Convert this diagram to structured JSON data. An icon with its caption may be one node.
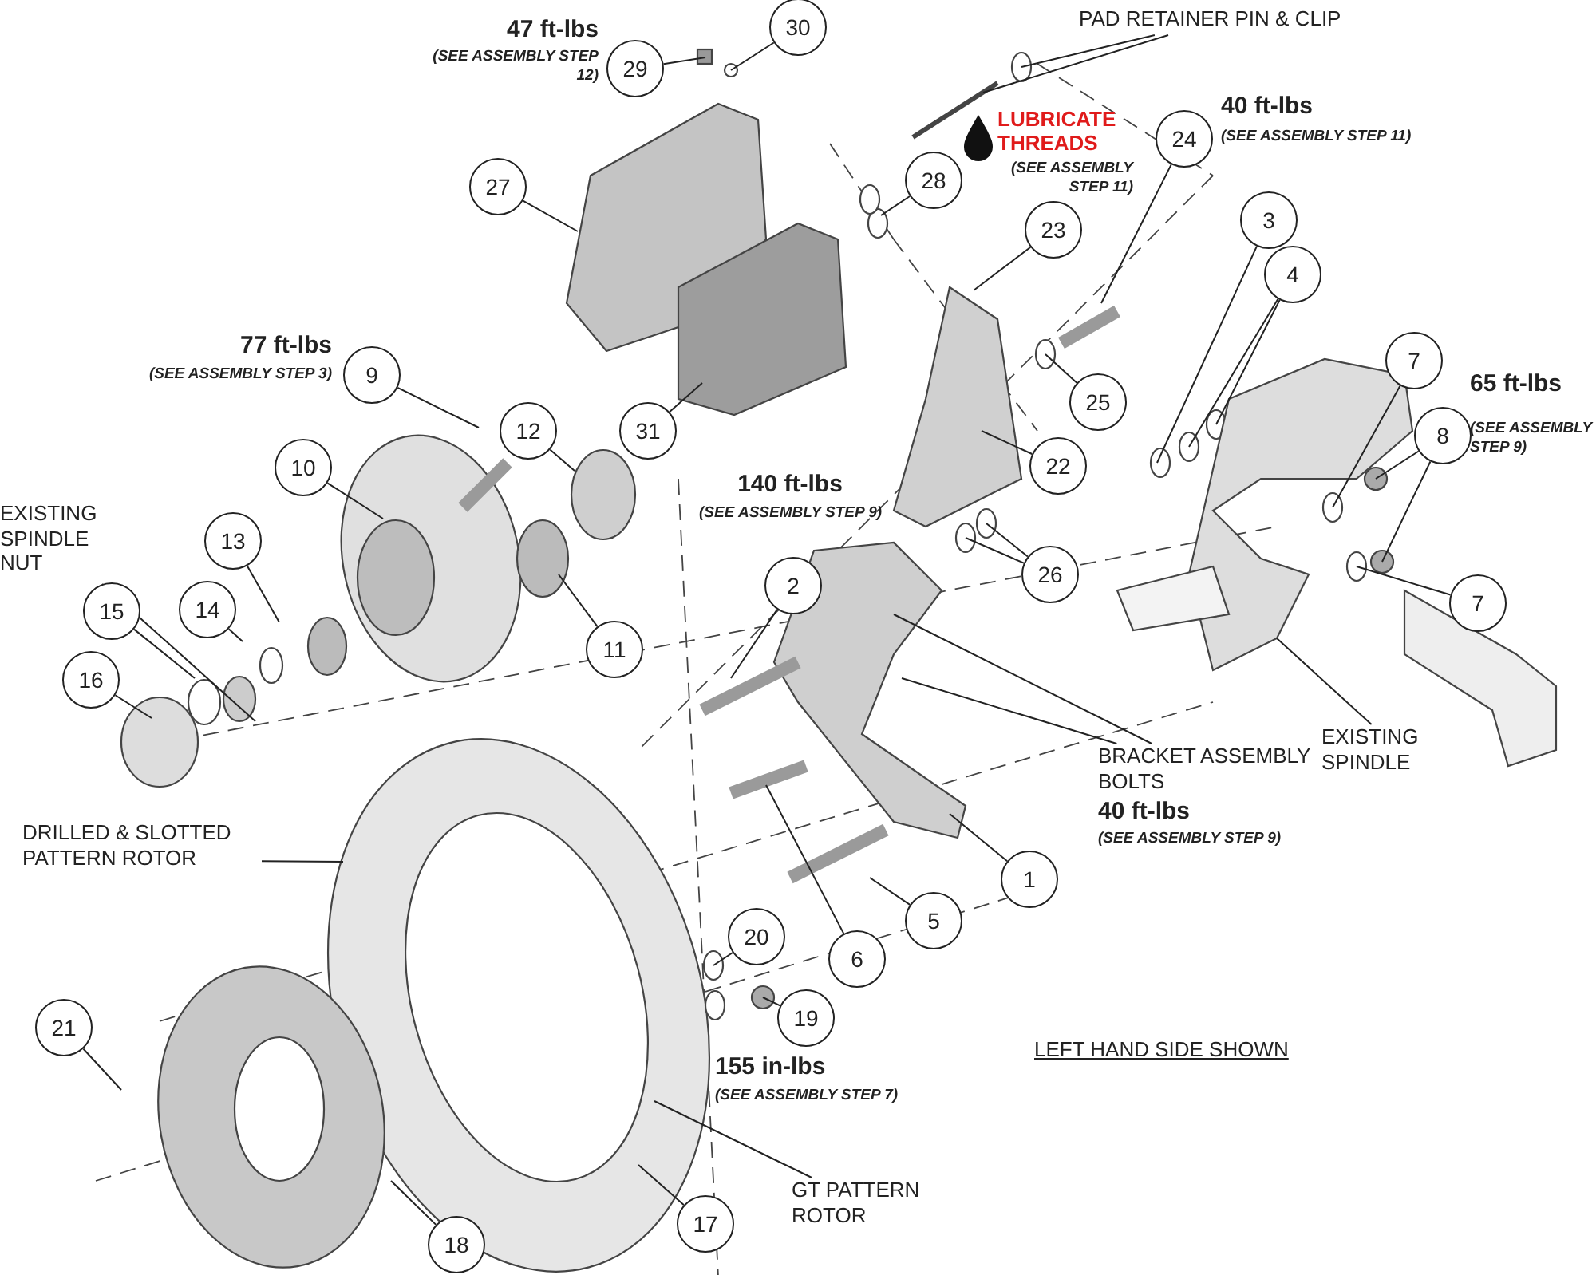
{
  "diagram": {
    "nodes": [
      {
        "text": [
          "30"
        ]
      },
      {
        "text": [
          "29"
        ]
      },
      {
        "text": [
          "27"
        ]
      },
      {
        "text": [
          "28"
        ]
      },
      {
        "text": [
          "PAD RETAINER PIN & CLIP"
        ]
      },
      {
        "text": [
          "24"
        ]
      },
      {
        "text": [
          "23"
        ]
      },
      {
        "text": [
          "3"
        ]
      },
      {
        "text": [
          "4"
        ]
      },
      {
        "text": [
          "7"
        ]
      },
      {
        "text": [
          "8"
        ]
      },
      {
        "text": [
          "7"
        ]
      },
      {
        "text": [
          "9"
        ]
      },
      {
        "text": [
          "12"
        ]
      },
      {
        "text": [
          "10"
        ]
      },
      {
        "text": [
          "31"
        ]
      },
      {
        "text": [
          "25"
        ]
      },
      {
        "text": [
          "22"
        ]
      },
      {
        "text": [
          "EXISTING SPINDLE NUT"
        ]
      },
      {
        "text": [
          "13"
        ]
      },
      {
        "text": [
          "11"
        ]
      },
      {
        "text": [
          "26"
        ]
      },
      {
        "text": [
          "2"
        ]
      },
      {
        "text": [
          "14"
        ]
      },
      {
        "text": [
          "15"
        ]
      },
      {
        "text": [
          "16"
        ]
      },
      {
        "text": [
          "BRACKET ASSEMBLY BOLTS"
        ]
      },
      {
        "text": [
          "EXISTING SPINDLE"
        ]
      },
      {
        "text": [
          "DRILLED & SLOTTED PATTERN ROTOR"
        ]
      },
      {
        "text": [
          "1"
        ]
      },
      {
        "text": [
          "5"
        ]
      },
      {
        "text": [
          "6"
        ]
      },
      {
        "text": [
          "20"
        ]
      },
      {
        "text": [
          "19"
        ]
      },
      {
        "text": [
          "21"
        ]
      },
      {
        "text": [
          "GT PATTERN ROTOR"
        ]
      },
      {
        "text": [
          "17"
        ]
      },
      {
        "text": [
          "18"
        ]
      }
    ],
    "edges": [
      {
        "from": 0,
        "to": null,
        "arrow": "none"
      },
      {
        "from": 1,
        "to": null,
        "arrow": "none"
      },
      {
        "from": 2,
        "to": null,
        "arrow": "none"
      },
      {
        "from": 3,
        "to": null,
        "arrow": "none"
      },
      {
        "from": 4,
        "to": null,
        "arrow": "none"
      },
      {
        "from": 4,
        "to": null,
        "arrow": "none"
      },
      {
        "from": 5,
        "to": null,
        "arrow": "none"
      },
      {
        "from": 6,
        "to": null,
        "arrow": "none"
      },
      {
        "from": 7,
        "to": null,
        "arrow": "none"
      },
      {
        "from": 8,
        "to": null,
        "arrow": "none"
      },
      {
        "from": 8,
        "to": null,
        "arrow": "none"
      },
      {
        "from": 9,
        "to": null,
        "arrow": "none"
      },
      {
        "from": 10,
        "to": null,
        "arrow": "none"
      },
      {
        "from": 10,
        "to": null,
        "arrow": "none"
      },
      {
        "from": 11,
        "to": null,
        "arrow": "none"
      },
      {
        "from": 12,
        "to": null,
        "arrow": "none"
      },
      {
        "from": 13,
        "to": null,
        "arrow": "none"
      },
      {
        "from": 14,
        "to": null,
        "arrow": "none"
      },
      {
        "from": 15,
        "to": null,
        "arrow": "none"
      },
      {
        "from": 16,
        "to": null,
        "arrow": "none"
      },
      {
        "from": 17,
        "to": null,
        "arrow": "none"
      },
      {
        "from": 18,
        "to": null,
        "arrow": "none"
      },
      {
        "from": 19,
        "to": null,
        "arrow": "none"
      },
      {
        "from": 20,
        "to": null,
        "arrow": "none"
      },
      {
        "from": 21,
        "to": null,
        "arrow": "none"
      },
      {
        "from": 21,
        "to": null,
        "arrow": "none"
      },
      {
        "from": 22,
        "to": null,
        "arrow": "none"
      },
      {
        "from": 23,
        "to": null,
        "arrow": "none"
      },
      {
        "from": 24,
        "to": null,
        "arrow": "none"
      },
      {
        "from": 25,
        "to": null,
        "arrow": "none"
      },
      {
        "from": 26,
        "to": null,
        "arrow": "none"
      },
      {
        "from": 26,
        "to": null,
        "arrow": "none"
      },
      {
        "from": 27,
        "to": null,
        "arrow": "none"
      },
      {
        "from": 28,
        "to": null,
        "arrow": "none"
      },
      {
        "from": 29,
        "to": null,
        "arrow": "none"
      },
      {
        "from": 30,
        "to": null,
        "arrow": "none"
      },
      {
        "from": 31,
        "to": null,
        "arrow": "none"
      },
      {
        "from": 32,
        "to": null,
        "arrow": "none"
      },
      {
        "from": 33,
        "to": null,
        "arrow": "none"
      },
      {
        "from": 34,
        "to": null,
        "arrow": "none"
      },
      {
        "from": 35,
        "to": null,
        "arrow": "none"
      },
      {
        "from": 36,
        "to": null,
        "arrow": "none"
      },
      {
        "from": 37,
        "to": null,
        "arrow": "none"
      }
    ],
    "labels": [
      "47 ft-lbs",
      "(SEE ASSEMBLY STEP 12)",
      "LUBRICATE THREADS",
      "(SEE ASSEMBLY STEP 11)",
      "40 ft-lbs",
      "(SEE ASSEMBLY STEP 11)",
      "77 ft-lbs",
      "(SEE ASSEMBLY STEP 3)",
      "65 ft-lbs",
      "(SEE ASSEMBLY STEP 9)",
      "140 ft-lbs",
      "(SEE ASSEMBLY STEP 9)",
      "40 ft-lbs",
      "(SEE ASSEMBLY STEP 9)",
      "155 in-lbs",
      "(SEE ASSEMBLY STEP 7)",
      "LEFT HAND SIDE SHOWN"
    ]
  }
}
